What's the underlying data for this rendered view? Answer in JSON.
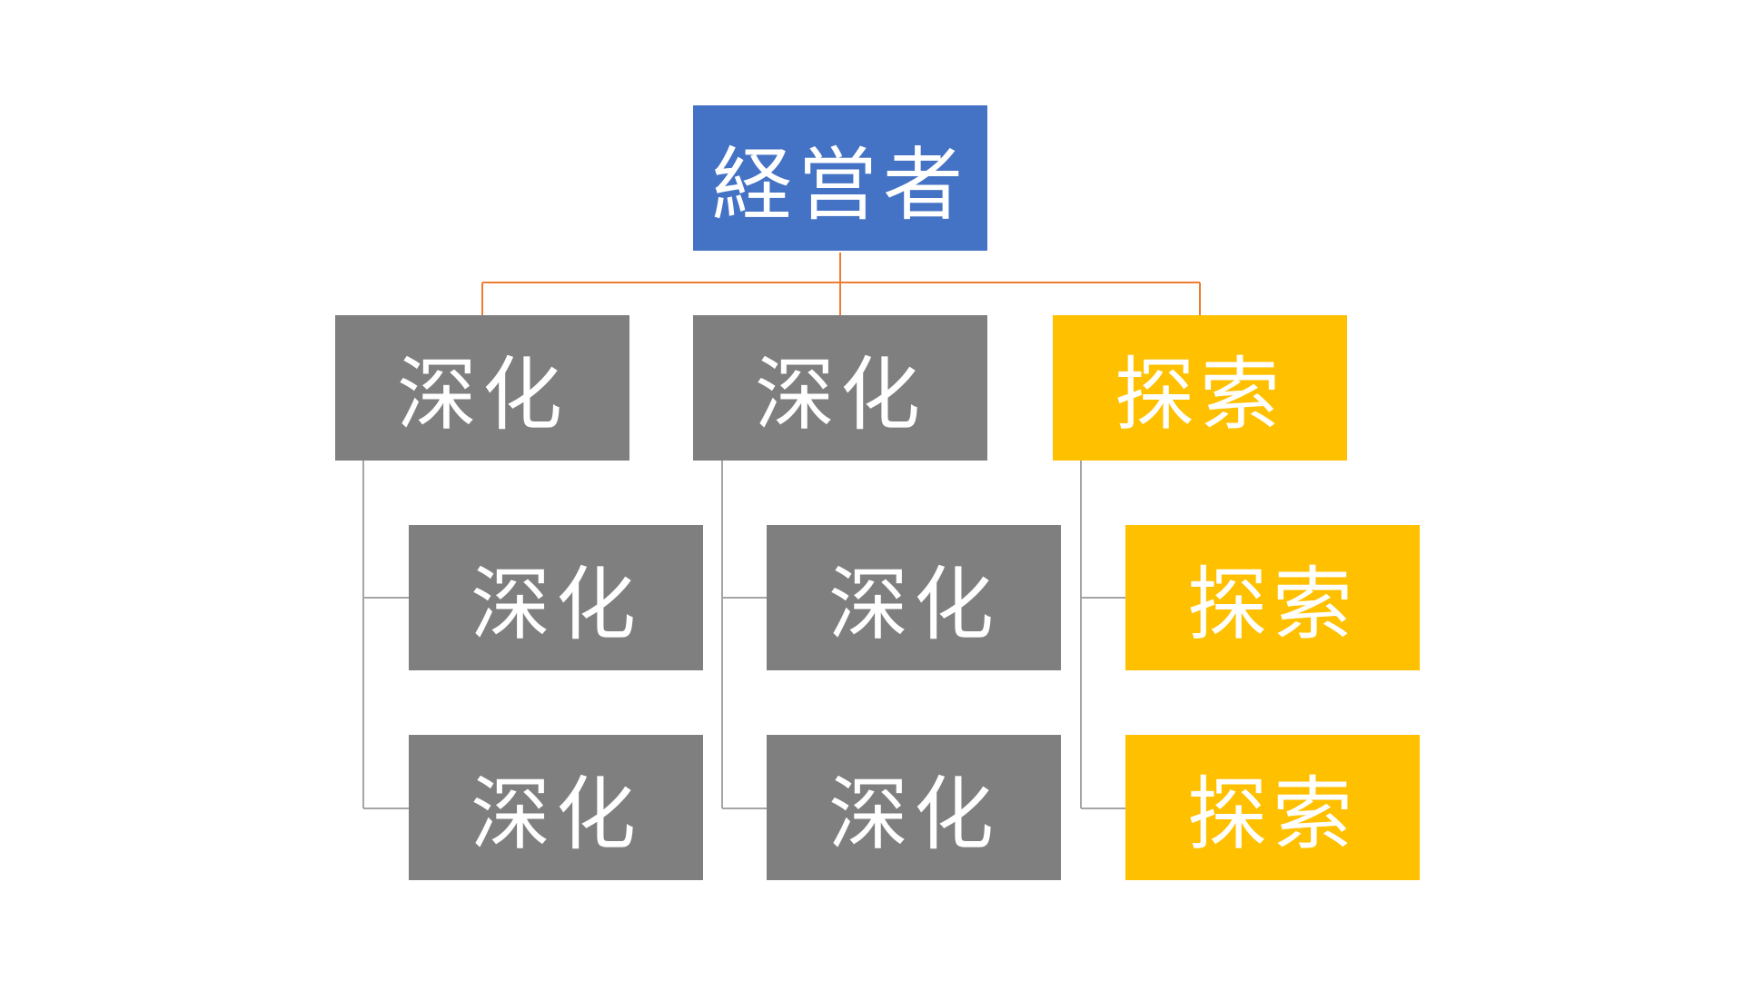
{
  "colors": {
    "root": "#4472C4",
    "deepen": "#7F7F7F",
    "explore": "#FFC000",
    "connector_top": "#ED7D31",
    "connector_sub": "#A5A5A5"
  },
  "root": {
    "label": "経営者"
  },
  "branches": [
    {
      "label": "深化",
      "kind": "deepen",
      "children": [
        {
          "label": "深化"
        },
        {
          "label": "深化"
        }
      ]
    },
    {
      "label": "深化",
      "kind": "deepen",
      "children": [
        {
          "label": "深化"
        },
        {
          "label": "深化"
        }
      ]
    },
    {
      "label": "探索",
      "kind": "explore",
      "children": [
        {
          "label": "探索"
        },
        {
          "label": "探索"
        }
      ]
    }
  ]
}
